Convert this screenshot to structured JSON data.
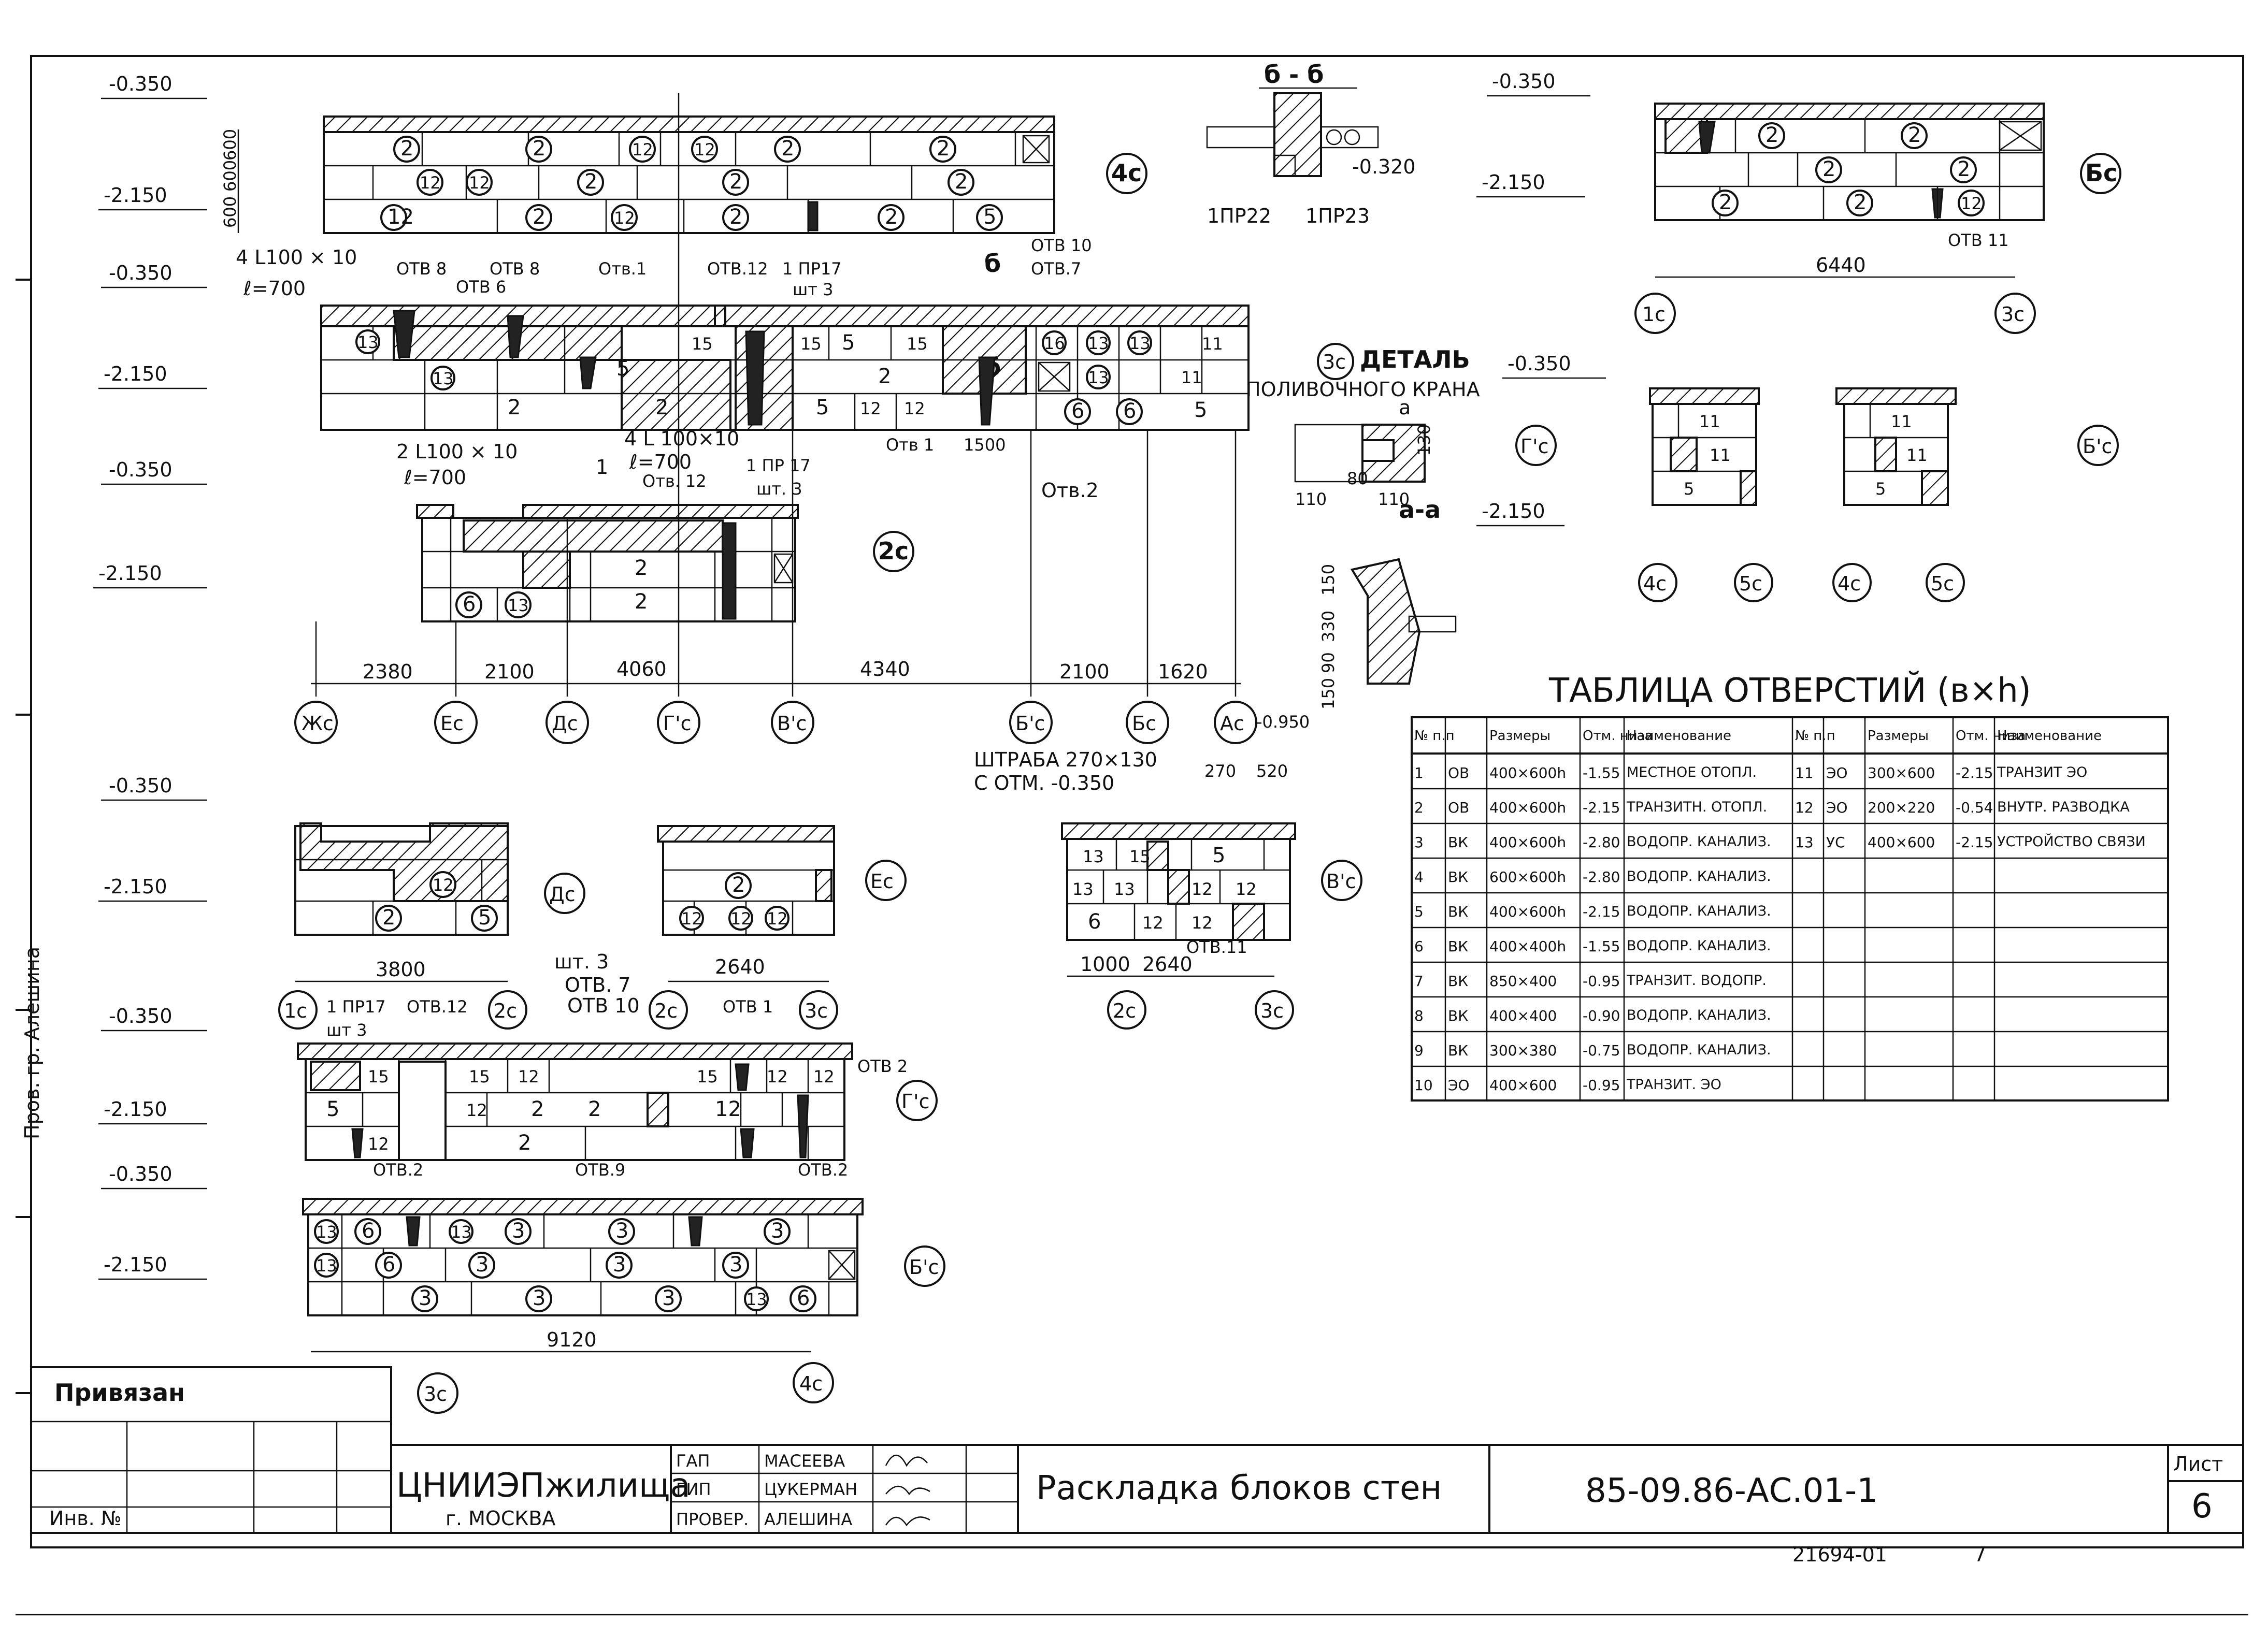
{
  "levels": {
    "top": "-0.350",
    "bottom": "-2.150",
    "course": "600",
    "course_b": "600",
    "course_c": "600"
  },
  "walls": {
    "w4c": {
      "tag": "4c",
      "blocks": [
        "2",
        "2",
        "12",
        "12",
        "2",
        "2",
        "12",
        "12",
        "2",
        "2",
        "2",
        "12",
        "2",
        "2",
        "5"
      ]
    },
    "w2c": {
      "tag": "2c",
      "blocks": [
        "13",
        "5",
        "2",
        "15",
        "15",
        "5",
        "2",
        "5",
        "12",
        "12",
        "15",
        "16",
        "13",
        "13",
        "11",
        "13",
        "11",
        "6",
        "6",
        "5",
        "2",
        "13",
        "5"
      ],
      "callouts": [
        "4 L100 × 10",
        "ℓ=700",
        "ОТВ 8",
        "ОТВ 8",
        "ОТВ 6",
        "Отв.1",
        "ОТВ.12",
        "1 ПР17",
        "шт 3",
        "ОТВ 10",
        "ОТВ.7",
        "б",
        "б",
        "Отв 1",
        "1500",
        "Отв.2",
        "4 L 100×10",
        "ℓ=700"
      ]
    },
    "w2c_lower": {
      "tag": "2c",
      "blocks": [
        "2",
        "2",
        "6",
        "13"
      ],
      "callouts": [
        "2 L100 × 10",
        "ℓ=700",
        "1",
        "Отв. 12",
        "1 ПР 17",
        "шт. 3"
      ]
    },
    "axes_main": {
      "dims": [
        "2380",
        "2100",
        "4060",
        "4340",
        "2100",
        "1620"
      ],
      "labels": [
        "Жс",
        "Ес",
        "Дс",
        "Г'с",
        "В'с",
        "Б'с",
        "Бс",
        "Ас"
      ],
      "mark": "-0.950"
    },
    "wDc": {
      "tag": "Дс",
      "blocks": [
        "12",
        "2",
        "5"
      ],
      "dim": "3800",
      "axes": [
        "1с",
        "2с"
      ]
    },
    "wEc": {
      "tag": "Ес",
      "blocks": [
        "2",
        "12",
        "12",
        "12"
      ],
      "dim": "2640",
      "axes": [
        "2с",
        "3с"
      ]
    },
    "wVc": {
      "tag": "В'с",
      "blocks": [
        "13",
        "15",
        "5",
        "13",
        "13",
        "12",
        "12",
        "6",
        "12",
        "12"
      ],
      "header": "ШТРАБА 270×130",
      "header2": "С ОТМ. -0.350",
      "dims_top": [
        "270",
        "520"
      ],
      "callout": "ОТВ.11",
      "dims": [
        "1000",
        "2640"
      ],
      "axes": [
        "2с",
        "3с"
      ]
    },
    "wGc": {
      "tag": "Г'с",
      "blocks": [
        "15",
        "15",
        "12",
        "15",
        "12",
        "12",
        "5",
        "12",
        "12",
        "2",
        "2",
        "2",
        "12"
      ],
      "callouts": [
        "1 ПР17",
        "шт 3",
        "ОТВ.12",
        "1 ПР17",
        "шт. 3",
        "ОТВ. 7",
        "ОТВ 10",
        "ОТВ 1",
        "ОТВ 2",
        "ОТВ.2"
      ]
    },
    "wBc": {
      "tag": "Б'с",
      "blocks": [
        "13",
        "6",
        "13",
        "3",
        "3",
        "3",
        "13",
        "6",
        "3",
        "3",
        "3",
        "3",
        "13",
        "6"
      ],
      "callout": "ОТВ.9",
      "dim": "9120",
      "axes": [
        "3с",
        "4с"
      ]
    },
    "wBc_top": {
      "tag": "Бс",
      "blocks": [
        "2",
        "2",
        "2",
        "2",
        "2",
        "12"
      ],
      "dim": "6440",
      "axes": [
        "1с",
        "3с"
      ],
      "callout": "ОТВ 11"
    }
  },
  "section_bb": {
    "title": "б - б",
    "label1": "1ПР22",
    "label2": "1ПР23",
    "mark": "-0.320"
  },
  "detail": {
    "title": "ДЕТАЛЬ",
    "title2": "ПОЛИВОЧНОГО КРАНА",
    "tag": "3с",
    "dims": [
      "130",
      "80",
      "110",
      "110"
    ],
    "section": "а-а",
    "mark_a": "а",
    "vdims": [
      "150",
      "330",
      "90",
      "150"
    ]
  },
  "small_sections": [
    {
      "tag": "Г'с",
      "blocks": [
        "11",
        "11",
        "5"
      ],
      "axes": [
        "4с",
        "5с"
      ]
    },
    {
      "tag": "Б'с",
      "blocks": [
        "11",
        "11",
        "5"
      ],
      "axes": [
        "4с",
        "5с"
      ]
    }
  ],
  "openings_table": {
    "title": "ТАБЛИЦА ОТВЕРСТИЙ (в×h)",
    "headers": [
      "№ п.п",
      "",
      "Размеры",
      "Отм. низа",
      "Наименование"
    ],
    "headers_right": [
      "№ п.п",
      "",
      "Размеры",
      "Отм. низа",
      "Наименование"
    ],
    "rows": [
      [
        "1",
        "ОВ",
        "400×600h",
        "-1.55",
        "МЕСТНОЕ ОТОПЛ."
      ],
      [
        "2",
        "ОВ",
        "400×600h",
        "-2.15",
        "ТРАНЗИТН. ОТОПЛ."
      ],
      [
        "3",
        "ВК",
        "400×600h",
        "-2.80",
        "ВОДОПР. КАНАЛИЗ."
      ],
      [
        "4",
        "ВК",
        "600×600h",
        "-2.80",
        "ВОДОПР. КАНАЛИЗ."
      ],
      [
        "5",
        "ВК",
        "400×600h",
        "-2.15",
        "ВОДОПР. КАНАЛИЗ."
      ],
      [
        "6",
        "ВК",
        "400×400h",
        "-1.55",
        "ВОДОПР. КАНАЛИЗ."
      ],
      [
        "7",
        "ВК",
        "850×400",
        "-0.95",
        "ТРАНЗИТ. ВОДОПР."
      ],
      [
        "8",
        "ВК",
        "400×400",
        "-0.90",
        "ВОДОПР. КАНАЛИЗ."
      ],
      [
        "9",
        "ВК",
        "300×380",
        "-0.75",
        "ВОДОПР. КАНАЛИЗ."
      ],
      [
        "10",
        "ЭО",
        "400×600",
        "-0.95",
        "ТРАНЗИТ. ЭО"
      ]
    ],
    "rows_right": [
      [
        "11",
        "ЭО",
        "300×600",
        "-2.15",
        "ТРАНЗИТ ЭО"
      ],
      [
        "12",
        "ЭО",
        "200×220",
        "-0.54",
        "ВНУТР. РАЗВОДКА"
      ],
      [
        "13",
        "УС",
        "400×600",
        "-2.15",
        "УСТРОЙСТВО СВЯЗИ"
      ]
    ]
  },
  "title_block": {
    "bound": "Привязан",
    "inv": "Инв. №",
    "org": "ЦНИИЭПжилища",
    "city": "г. МОСКВА",
    "roles": [
      {
        "role": "ГАП",
        "name": "МАСЕЕВА"
      },
      {
        "role": "ГИП",
        "name": "ЦУКЕРМАН"
      },
      {
        "role": "ПРОВЕР.",
        "name": "АЛЕШИНА"
      }
    ],
    "title": "Раскладка блоков стен",
    "code": "85-09.86-АС.01-1",
    "sheet_label": "Лист",
    "sheet": "6",
    "stamp": "21694-01",
    "page": "7"
  },
  "margin_note": "Пров. гр. Алешина"
}
